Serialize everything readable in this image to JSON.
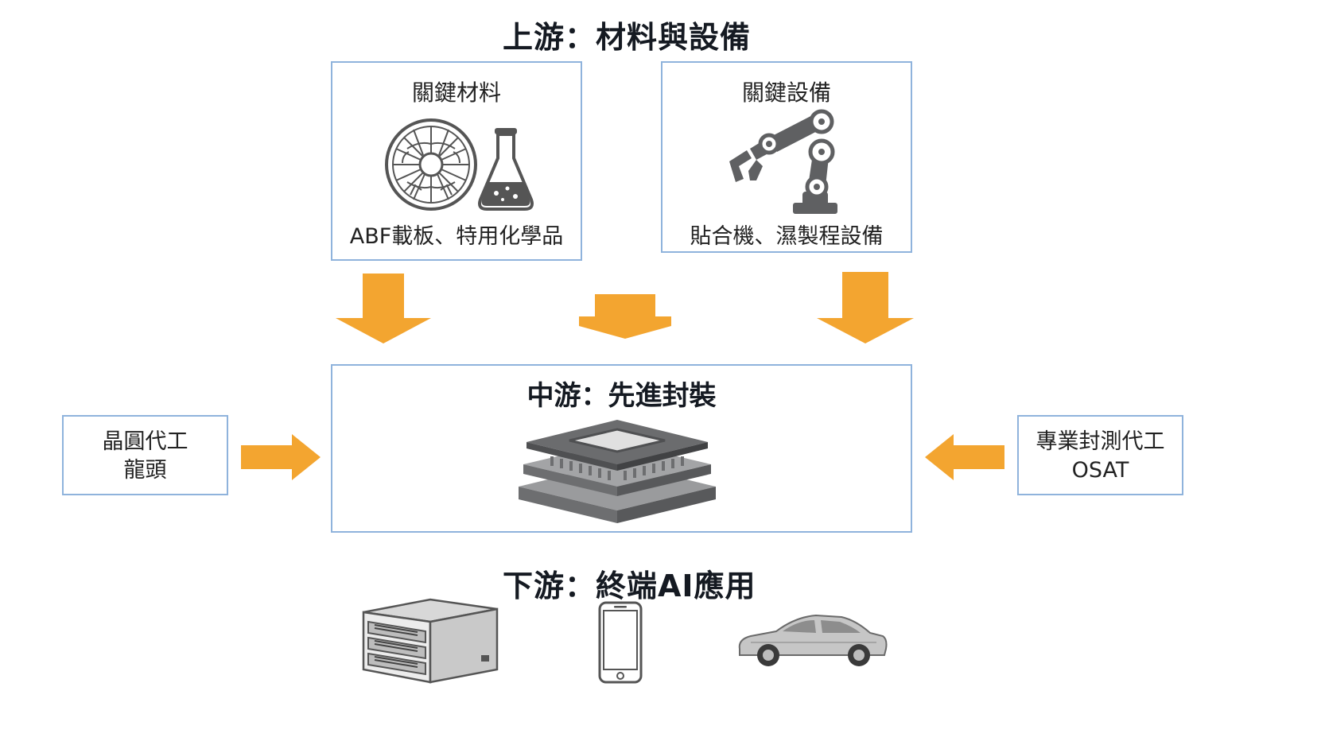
{
  "upstream": {
    "title": "上游：材料與設備",
    "materials": {
      "title": "關鍵材料",
      "caption": "ABF載板、特用化學品",
      "icons": [
        "wafer-icon",
        "flask-icon"
      ]
    },
    "equipment": {
      "title": "關鍵設備",
      "caption": "貼合機、濕製程設備",
      "icons": [
        "robot-arm-icon"
      ]
    }
  },
  "midstream": {
    "title": "中游：先進封裝",
    "icon": "chip-package-icon",
    "left_partner": {
      "line1": "晶圓代工",
      "line2": "龍頭"
    },
    "right_partner": {
      "line1": "專業封測代工",
      "line2": "OSAT"
    }
  },
  "downstream": {
    "title": "下游：終端AI應用",
    "icons": [
      "server-icon",
      "smartphone-icon",
      "car-icon"
    ]
  },
  "colors": {
    "box_border": "#8fb3dc",
    "arrow": "#f3a530",
    "icon_dark": "#5f6062",
    "icon_light": "#d9d9d9"
  }
}
